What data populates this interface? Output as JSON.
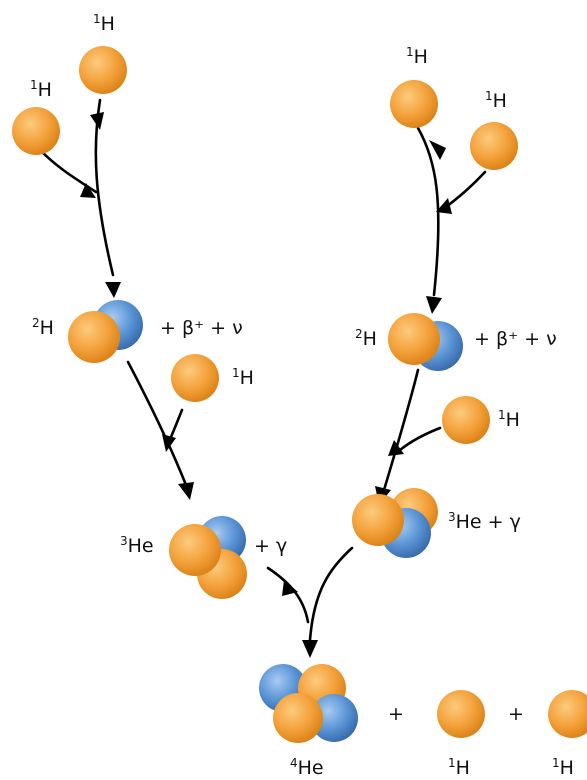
{
  "colors": {
    "proton": "#F4A23C",
    "neutron": "#5B95D6",
    "arrow": "#000000"
  },
  "labels": {
    "h1_left_top": "H",
    "h1_left_top_mass": "1",
    "h1_left_mid": "H",
    "h1_left_mid_mass": "1",
    "h1_right_top": "H",
    "h1_right_top_mass": "1",
    "h1_right_mid": "H",
    "h1_right_mid_mass": "1",
    "h2_left": "H",
    "h2_left_mass": "2",
    "h2_left_products": "+ β⁺ + ν",
    "h1_left_add": "H",
    "h1_left_add_mass": "1",
    "h2_right": "H",
    "h2_right_mass": "2",
    "h2_right_products": "+ β⁺ + ν",
    "h1_right_add": "H",
    "h1_right_add_mass": "1",
    "he3_left": "He",
    "he3_left_mass": "3",
    "he3_left_products": "+ γ",
    "he3_right": "He + γ",
    "he3_right_mass": "3",
    "he4": "He",
    "he4_mass": "4",
    "plus_1": "+",
    "plus_2": "+",
    "h1_final_a": "H",
    "h1_final_a_mass": "1",
    "h1_final_b": "H",
    "h1_final_b_mass": "1"
  }
}
